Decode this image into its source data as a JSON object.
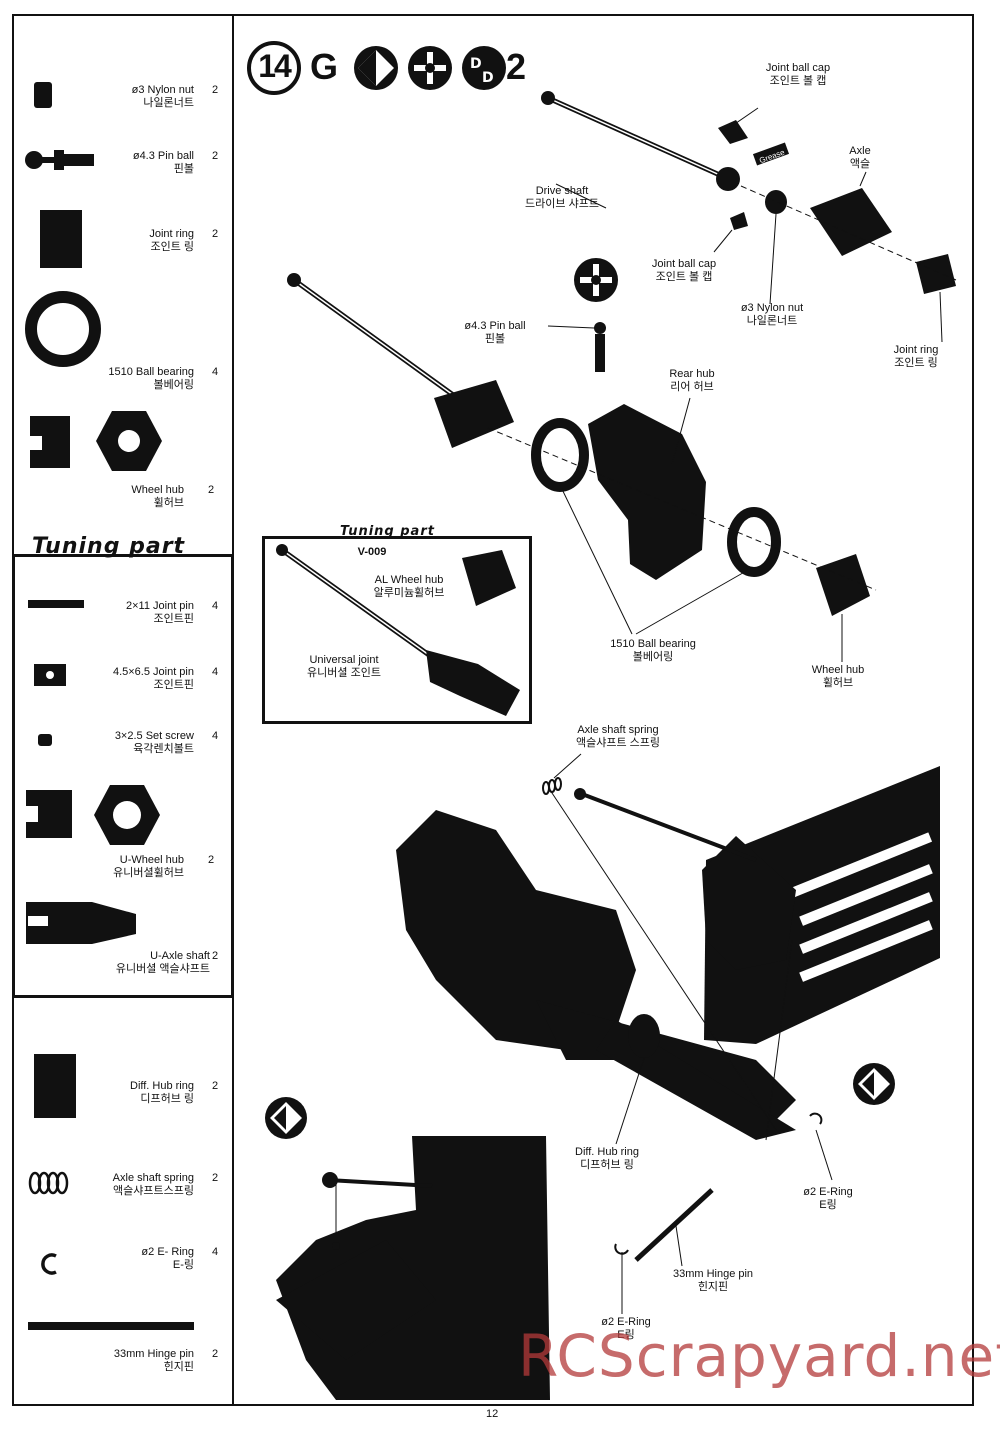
{
  "step": {
    "number": "14",
    "letter": "G",
    "count": "2"
  },
  "left_parts": [
    {
      "name_en": "ø3 Nylon nut",
      "name_ko": "나일론너트",
      "qty": "2"
    },
    {
      "name_en": "ø4.3 Pin ball",
      "name_ko": "핀볼",
      "qty": "2"
    },
    {
      "name_en": "Joint ring",
      "name_ko": "조인트 링",
      "qty": "2"
    },
    {
      "name_en": "1510 Ball bearing",
      "name_ko": "볼베어링",
      "qty": "4"
    },
    {
      "name_en": "Wheel hub",
      "name_ko": "휠허브",
      "qty": "2"
    }
  ],
  "tuning_title": "Tuning part",
  "tuning_parts": [
    {
      "name_en": "2×11 Joint pin",
      "name_ko": "조인트핀",
      "qty": "4"
    },
    {
      "name_en": "4.5×6.5 Joint pin",
      "name_ko": "조인트핀",
      "qty": "4"
    },
    {
      "name_en": "3×2.5 Set screw",
      "name_ko": "육각렌치볼트",
      "qty": "4"
    },
    {
      "name_en": "U-Wheel hub",
      "name_ko": "유니버셜휠허브",
      "qty": "2"
    },
    {
      "name_en": "U-Axle shaft",
      "name_ko": "유니버셜 액슬샤프트",
      "qty": "2"
    }
  ],
  "lower_parts": [
    {
      "name_en": "Diff. Hub ring",
      "name_ko": "디프허브 링",
      "qty": "2"
    },
    {
      "name_en": "Axle shaft spring",
      "name_ko": "액슬샤프트스프링",
      "qty": "2"
    },
    {
      "name_en": "ø2 E- Ring",
      "name_ko": "E-링",
      "qty": "4"
    },
    {
      "name_en": "33mm Hinge pin",
      "name_ko": "힌지핀",
      "qty": "2"
    }
  ],
  "diagram_labels": {
    "joint_ball_cap_top": {
      "en": "Joint ball cap",
      "ko": "조인트 볼 캡"
    },
    "grease": "Grease",
    "axle": {
      "en": "Axle",
      "ko": "액슬"
    },
    "drive_shaft": {
      "en": "Drive shaft",
      "ko": "드라이브 샤프트"
    },
    "joint_ball_cap_bottom": {
      "en": "Joint ball cap",
      "ko": "조인트 볼 캡"
    },
    "nylon_nut": {
      "en": "ø3 Nylon nut",
      "ko": "나일론너트"
    },
    "joint_ring": {
      "en": "Joint ring",
      "ko": "조인트 링"
    },
    "pin_ball": {
      "en": "ø4.3 Pin ball",
      "ko": "핀볼"
    },
    "rear_hub": {
      "en": "Rear hub",
      "ko": "리어 허브"
    },
    "ball_bearing": {
      "en": "1510 Ball bearing",
      "ko": "볼베어링"
    },
    "wheel_hub": {
      "en": "Wheel hub",
      "ko": "휠허브"
    },
    "axle_shaft_spring": {
      "en": "Axle shaft spring",
      "ko": "액슬샤프트 스프링"
    },
    "diff_hub_ring": {
      "en": "Diff. Hub ring",
      "ko": "디프허브 링"
    },
    "e_ring_right": {
      "en": "ø2 E-Ring",
      "ko": "E링"
    },
    "hinge_pin": {
      "en": "33mm Hinge pin",
      "ko": "힌지핀"
    },
    "e_ring_bottom": {
      "en": "ø2 E-Ring",
      "ko": "E링"
    }
  },
  "inset": {
    "title": "Tuning part",
    "code": "V-009",
    "al_wheel_hub": {
      "en": "AL Wheel hub",
      "ko": "알루미늄휠허브"
    },
    "universal_joint": {
      "en": "Universal joint",
      "ko": "유니버셜 조인트"
    }
  },
  "watermark": "RCScrapyard.net",
  "page_number": "12"
}
